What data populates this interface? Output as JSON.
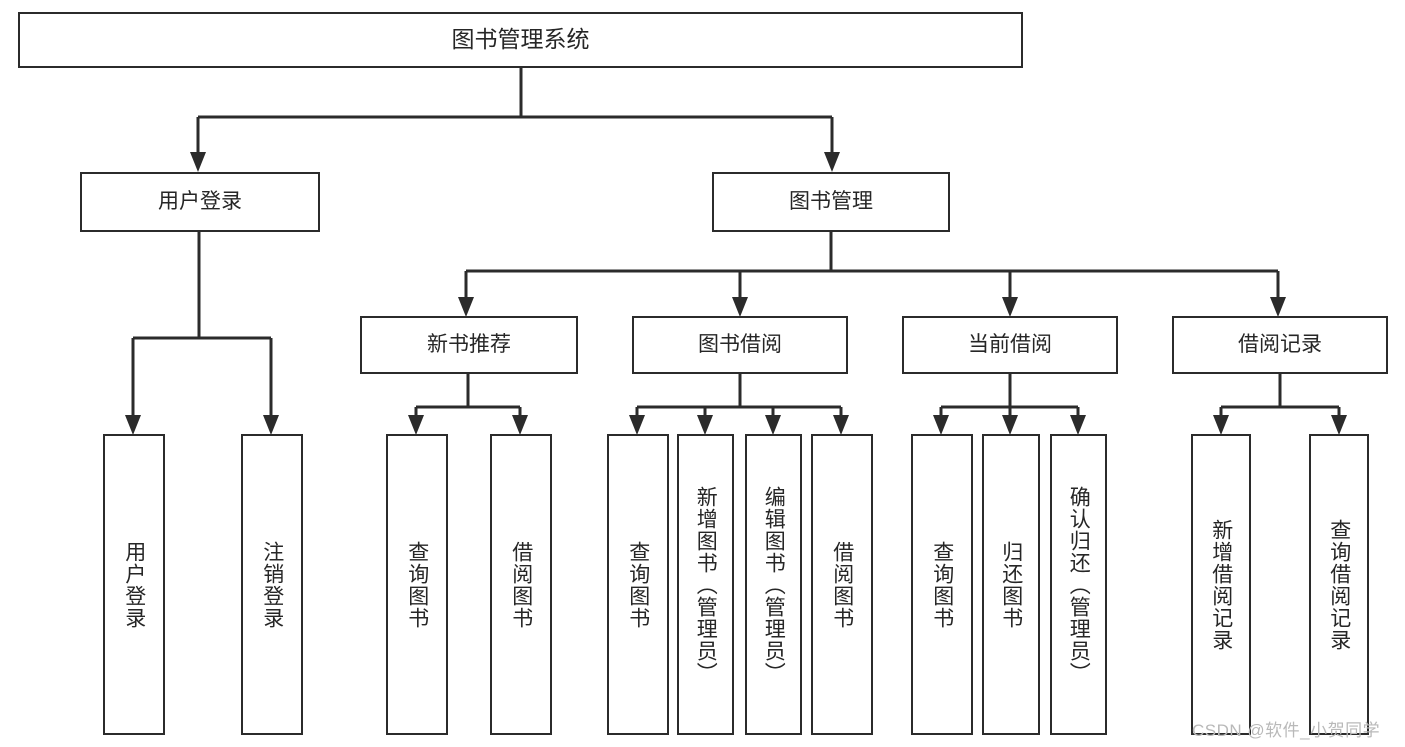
{
  "diagram": {
    "title_node": {
      "label": "图书管理系统"
    },
    "level2": [
      {
        "id": "user-login",
        "label": "用户登录"
      },
      {
        "id": "book-manage",
        "label": "图书管理"
      }
    ],
    "level3": [
      {
        "id": "new-book-recommend",
        "label": "新书推荐"
      },
      {
        "id": "book-borrow",
        "label": "图书借阅"
      },
      {
        "id": "current-borrow",
        "label": "当前借阅"
      },
      {
        "id": "borrow-record",
        "label": "借阅记录"
      }
    ],
    "leaves": [
      {
        "id": "leaf-user-login",
        "label": "用户登录"
      },
      {
        "id": "leaf-logout-login",
        "label": "注销登录"
      },
      {
        "id": "leaf-query-book-1",
        "label": "查询图书"
      },
      {
        "id": "leaf-borrow-book-1",
        "label": "借阅图书"
      },
      {
        "id": "leaf-query-book-2",
        "label": "查询图书"
      },
      {
        "id": "leaf-add-book",
        "label": "新增图书（管理员）"
      },
      {
        "id": "leaf-edit-book",
        "label": "编辑图书（管理员）"
      },
      {
        "id": "leaf-borrow-book-2",
        "label": "借阅图书"
      },
      {
        "id": "leaf-query-book-3",
        "label": "查询图书"
      },
      {
        "id": "leaf-return-book",
        "label": "归还图书"
      },
      {
        "id": "leaf-confirm-return",
        "label": "确认归还（管理员）"
      },
      {
        "id": "leaf-add-record",
        "label": "新增借阅记录"
      },
      {
        "id": "leaf-query-record",
        "label": "查询借阅记录"
      }
    ],
    "watermark": "CSDN @软件_小贺同学",
    "colors": {
      "border": "#2b2b2b",
      "text": "#262626",
      "background": "#ffffff",
      "watermark": "#b9b9b9"
    }
  }
}
